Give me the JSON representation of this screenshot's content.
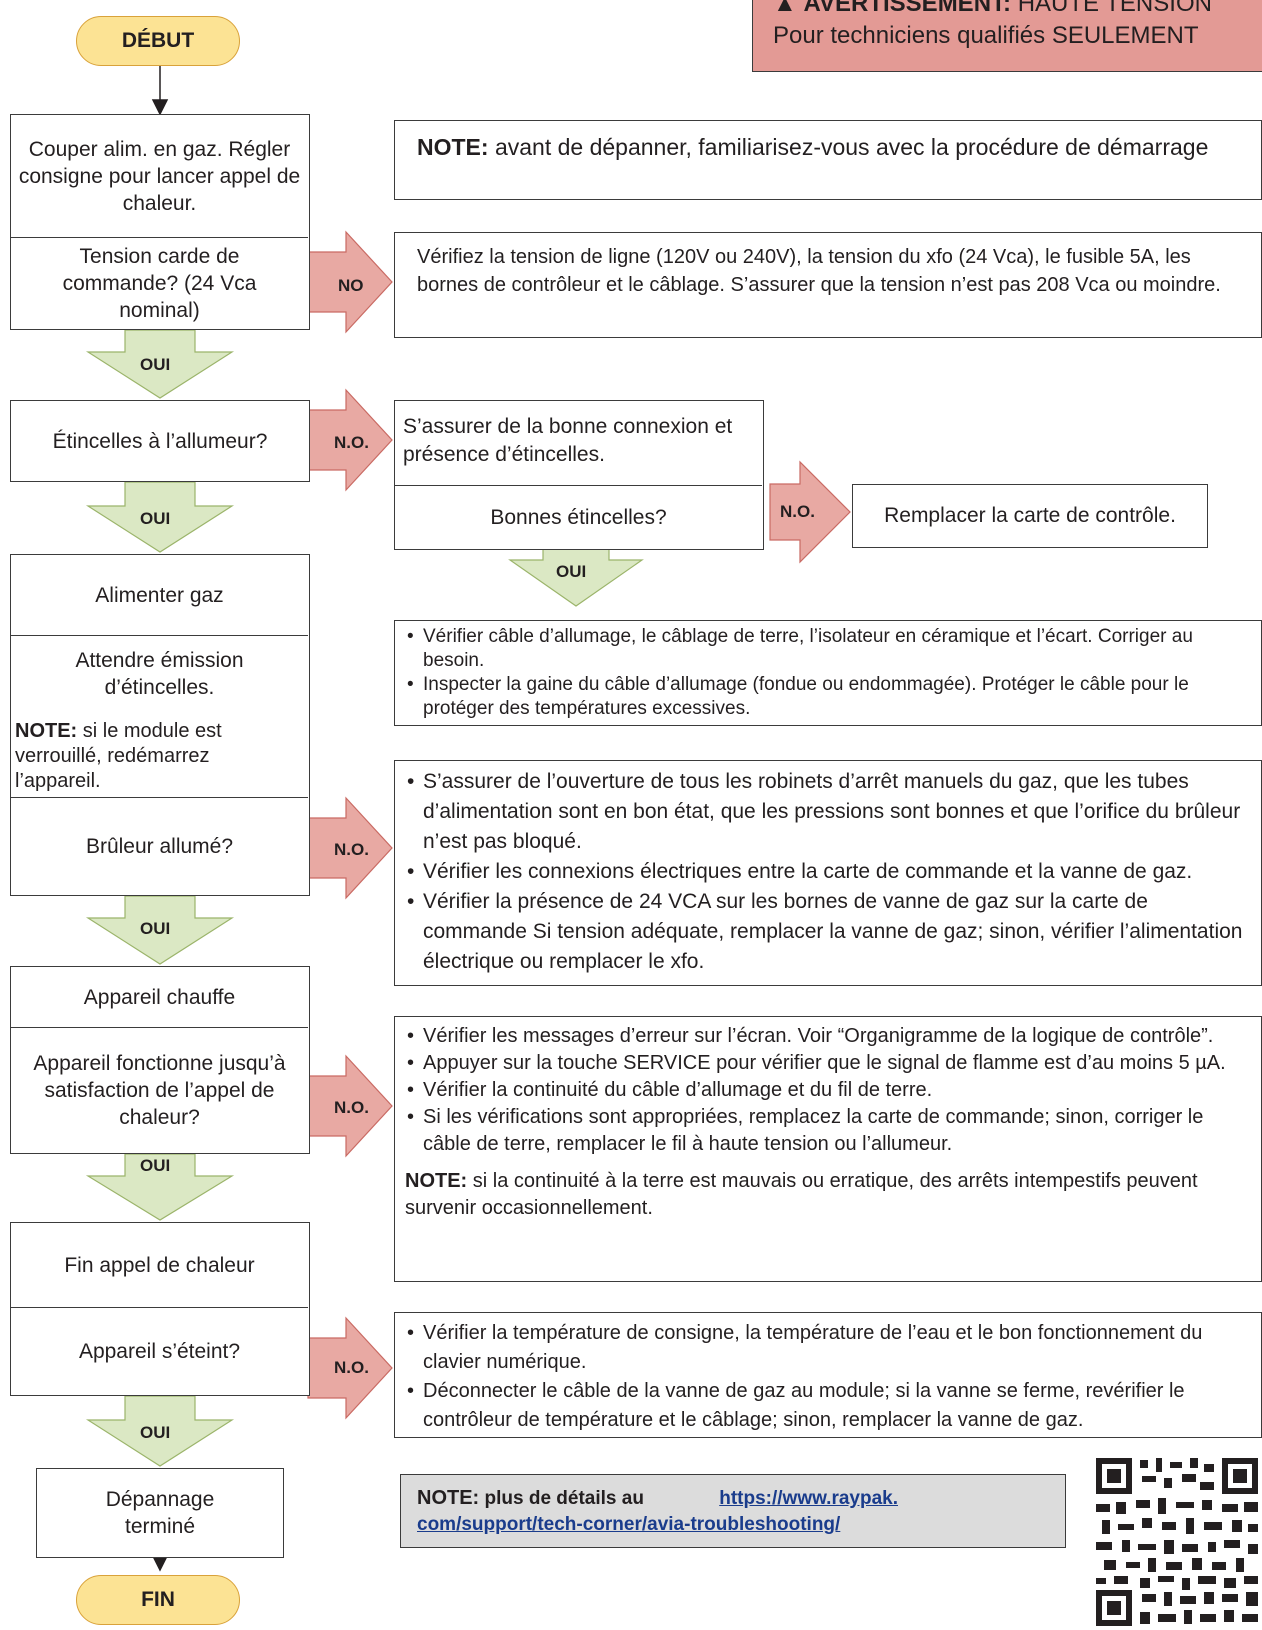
{
  "warning": {
    "title": "AVERTISSEMENT:",
    "title_rest": "HAUTE TENSION",
    "line2": "Pour techniciens qualifiés SEULEMENT",
    "icon": "warning-triangle-icon",
    "bg": "#e39a95"
  },
  "terminals": {
    "start": "DÉBUT",
    "end": "FIN"
  },
  "steps": {
    "couper": "Couper alim. en gaz. Régler consigne pour lancer appel de chaleur.",
    "tension": "Tension carde de commande? (24 Vca nominal)",
    "etincelles": "Étincelles à l’allumeur?",
    "alimenter": "Alimenter gaz",
    "attendre": "Attendre émission d’étincelles.",
    "attendre_note_label": "NOTE:",
    "attendre_note": " si le module est verrouillé, redémarrez l’appareil.",
    "bruleur": "Brûleur allumé?",
    "chauffe": "Appareil chauffe",
    "fonctionne": "Appareil fonctionne jusqu’à satisfaction de l’appel de chaleur?",
    "fin_appel": "Fin appel de chaleur",
    "eteint": "Appareil s’éteint?",
    "termine": "Dépannage terminé"
  },
  "arrow_labels": {
    "no": "NO",
    "na": "N.O.",
    "oui": "OUI"
  },
  "notes": {
    "intro_label": "NOTE:",
    "intro": " avant de dépanner, familiarisez-vous avec la procédure de démarrage",
    "tension_check": "Vérifiez la tension de ligne (120V ou 240V), la tension du xfo (24 Vca), le fusible 5A, les bornes de contrôleur et le câblage. S’assurer que la tension n’est pas 208 Vca ou moindre.",
    "connexion": "S’assurer de la bonne connexion et présence d’étincelles.",
    "bonnes": "Bonnes étincelles?",
    "remplacer": "Remplacer la carte de contrôle.",
    "allumage": [
      "Vérifier câble d’allumage, le câblage de terre, l’isolateur en céramique et l’écart. Corriger au besoin.",
      "Inspecter la gaine du câble d’allumage (fondue ou endommagée). Protéger le câble pour le protéger des températures excessives."
    ],
    "gaz": [
      "S’assurer de l’ouverture de tous les robinets d’arrêt manuels du gaz, que les tubes d’alimentation sont en bon état, que les pressions sont bonnes et que l’orifice du brûleur n’est pas bloqué.",
      "Vérifier les connexions électriques entre la carte de commande et la vanne de gaz.",
      "Vérifier la présence de 24 VCA sur les bornes de vanne de gaz sur la carte de commande Si tension adéquate, remplacer la vanne de gaz; sinon, vérifier l’alimentation électrique ou remplacer le xfo."
    ],
    "erreur": [
      "Vérifier les messages d’erreur sur l’écran. Voir “Organigramme de la logique de contrôle”.",
      "Appuyer sur la touche SERVICE pour vérifier que le signal de flamme est d’au moins 5 µA.",
      "Vérifier la continuité du câble d’allumage et du fil de terre.",
      "Si les vérifications sont appropriées, remplacez la carte de commande; sinon, corriger le câble de terre, remplacer le fil à haute tension ou l’allumeur."
    ],
    "erreur_note_label": "NOTE:",
    "erreur_note": " si la continuité à la terre est mauvais ou erratique, des arrêts intempestifs peuvent survenir occasionnellement.",
    "consigne": [
      "Vérifier la température de consigne, la température de l’eau et le bon fonctionnement du clavier numérique.",
      "Déconnecter le câble de la vanne de gaz au module; si la vanne se ferme, revérifier le contrôleur de température et le câblage; sinon, remplacer la vanne de gaz."
    ]
  },
  "footer": {
    "label": "NOTE:",
    "text": " plus de détails au ",
    "url_part1": "https://www.raypak.",
    "url_part2": "com/support/tech-corner/avia-troubleshooting/",
    "bg": "#dcdcdc"
  },
  "colors": {
    "start_fill": "#fce394",
    "no_arrow": "#e8a9a3",
    "oui_arrow": "#dbe8c4"
  }
}
